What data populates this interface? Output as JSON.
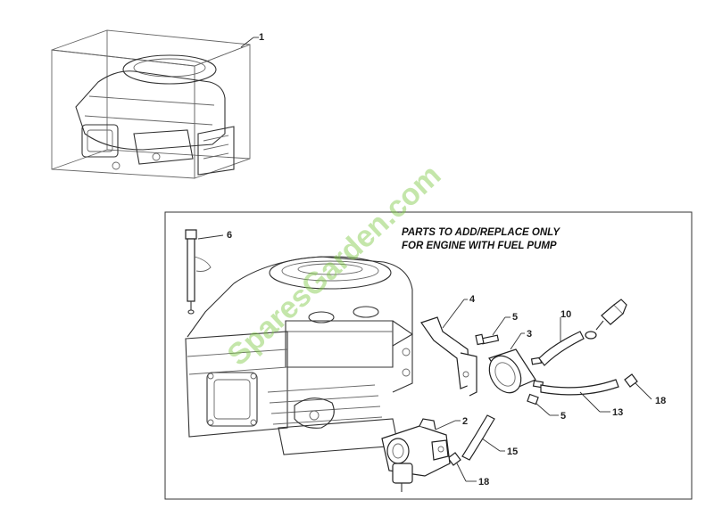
{
  "note": {
    "line1": "PARTS TO ADD/REPLACE ONLY",
    "line2": "FOR ENGINE WITH FUEL PUMP"
  },
  "watermark": "SparesGarden.com",
  "callouts": {
    "c1": "1",
    "c2": "2",
    "c3": "3",
    "c4": "4",
    "c5a": "5",
    "c5b": "5",
    "c6": "6",
    "c10": "10",
    "c13": "13",
    "c15": "15",
    "c18a": "18",
    "c18b": "18"
  },
  "colors": {
    "line": "#333333",
    "watermark": "#7dc742"
  }
}
